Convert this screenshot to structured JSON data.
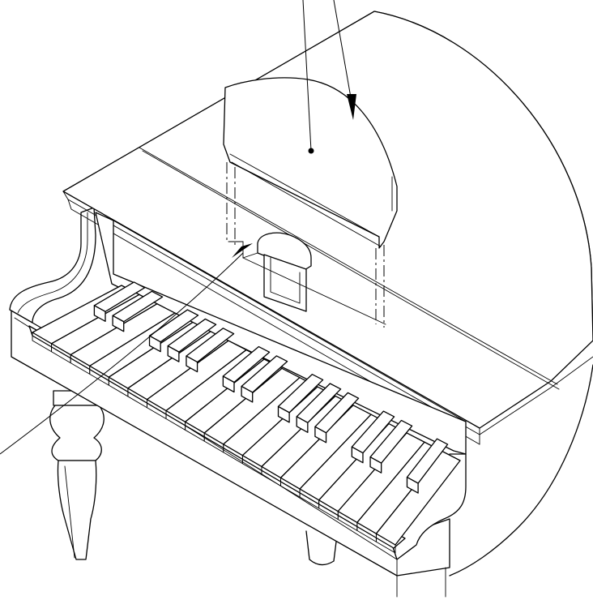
{
  "figure": {
    "line_color": "#000000",
    "background": "#ffffff",
    "parts": [
      "grand-piano-body",
      "lid",
      "music-stand",
      "stand-mounting-block",
      "keyboard",
      "white-keys",
      "black-keys",
      "piano-legs"
    ]
  }
}
